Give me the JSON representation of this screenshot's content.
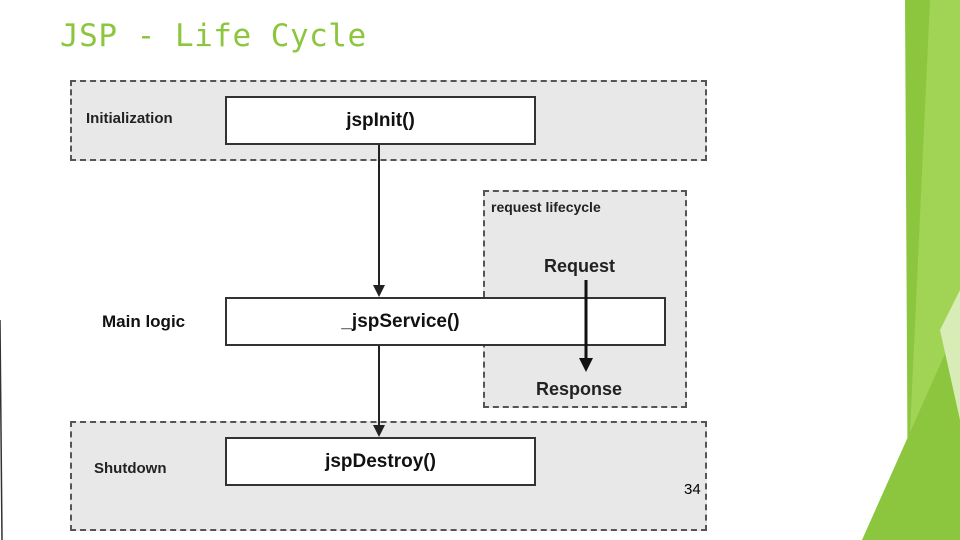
{
  "slide": {
    "title": "JSP - Life Cycle",
    "page_number": "34",
    "accent_color": "#8cc63f"
  },
  "diagram": {
    "zones": {
      "initialization": "Initialization",
      "request_lifecycle": "request lifecycle",
      "main_logic": "Main logic",
      "shutdown": "Shutdown"
    },
    "methods": {
      "init": "jspInit()",
      "service": "_jspService()",
      "destroy": "jspDestroy()"
    },
    "flow": {
      "request": "Request",
      "response": "Response"
    },
    "colors": {
      "zone_fill": "#e8e8e8",
      "zone_border": "#555555",
      "box_border": "#333333"
    }
  }
}
